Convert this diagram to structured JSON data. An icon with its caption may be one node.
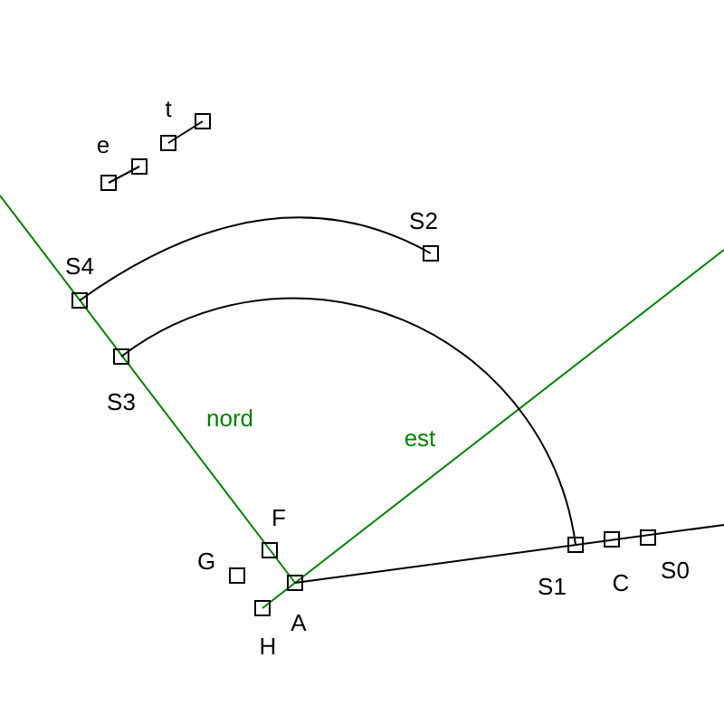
{
  "diagram": {
    "labels": [
      "t",
      "e",
      "S4",
      "S2",
      "S3",
      "nord",
      "est",
      "F",
      "G",
      "A",
      "H",
      "S1",
      "C",
      "S0"
    ]
  }
}
